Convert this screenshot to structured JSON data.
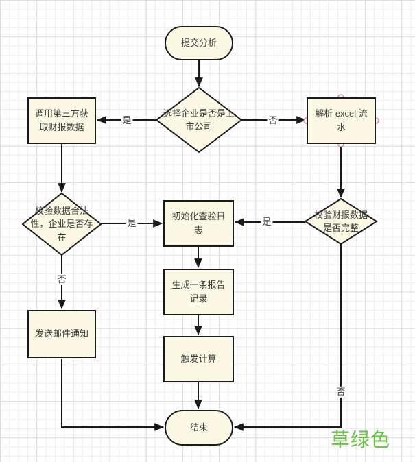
{
  "diagram": {
    "nodes": {
      "start": {
        "label": "提交分析",
        "type": "terminator"
      },
      "decision_listed": {
        "label": "选择企业是否是上市公司",
        "type": "decision"
      },
      "call_third_party": {
        "label": "调用第三方获取财报数据",
        "type": "process"
      },
      "parse_excel": {
        "label": "解析 excel 流水",
        "type": "process"
      },
      "validate_data": {
        "label": "校验数据合法性，企业是否存在",
        "type": "decision"
      },
      "init_log": {
        "label": "初始化查验日志",
        "type": "process"
      },
      "validate_report": {
        "label": "校验财报数据是否完整",
        "type": "decision"
      },
      "create_report": {
        "label": "生成一条报告记录",
        "type": "process"
      },
      "trigger_calc": {
        "label": "触发计算",
        "type": "process"
      },
      "send_email": {
        "label": "发送邮件通知",
        "type": "process"
      },
      "end": {
        "label": "结束",
        "type": "terminator"
      }
    },
    "edge_labels": {
      "listed_yes": "是",
      "listed_no": "否",
      "validate_data_yes": "是",
      "validate_data_no": "否",
      "validate_report_yes": "是",
      "validate_report_no": "否"
    },
    "annotation": {
      "text": "草绿色",
      "color": "#65c23e"
    },
    "colors": {
      "node_fill": "#fbf9e4",
      "node_border": "#1a1a1a",
      "connector": "#1a1a1a",
      "text": "#3c3c3c",
      "grid_minor": "#ededed",
      "grid_major": "#dcdcdc",
      "connection_handle_stroke": "#c98c8c",
      "connection_handle_fill": "#ffffff"
    }
  }
}
